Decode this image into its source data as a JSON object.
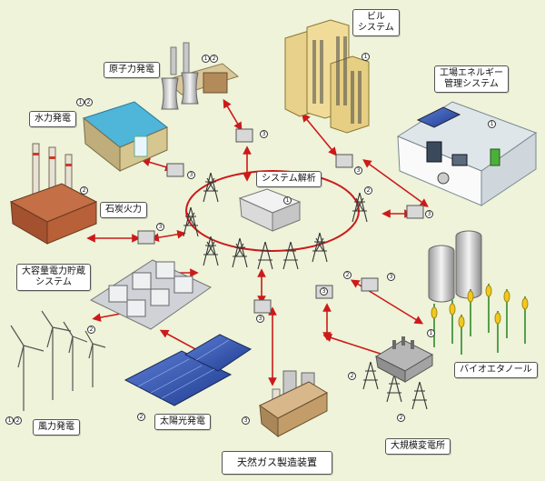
{
  "labels": {
    "nuclear": "原子力発電",
    "building": "ビル\nシステム",
    "hydro": "水力発電",
    "factory": "工場エネルギー\n管理システム",
    "analysis": "システム解析",
    "coal": "石炭火力",
    "storage": "大容量電力貯蔵\nシステム",
    "bioethanol": "バイオエタノール",
    "wind": "風力発電",
    "solar": "太陽光発電",
    "substation": "大規模変電所",
    "gasplant": "天然ガス製造装置"
  },
  "numbers": {
    "n1": "1",
    "n2": "2",
    "n3": "3"
  },
  "colors": {
    "background": "#eef3d9",
    "line": "#cc1a1a",
    "accent_panel": "#3556b5"
  }
}
